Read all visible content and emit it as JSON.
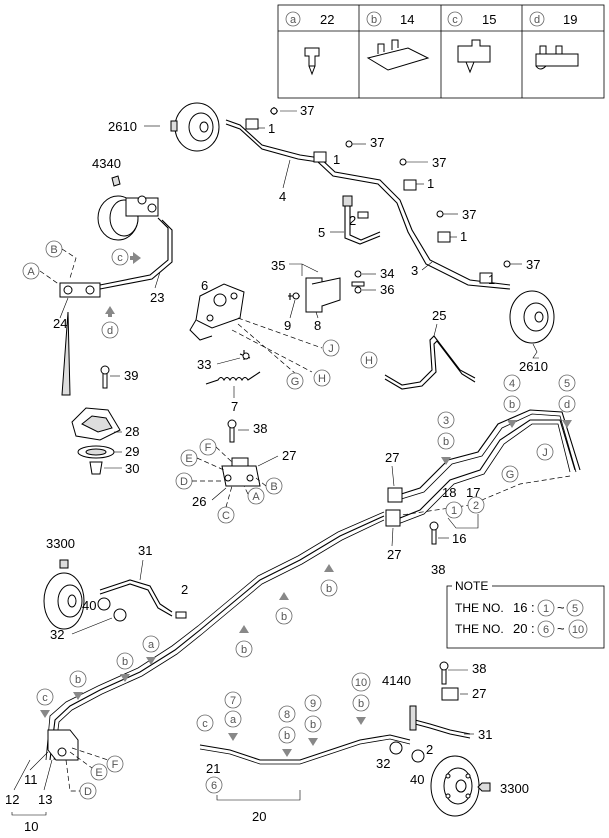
{
  "legend": {
    "items": [
      {
        "letter": "a",
        "number": "22"
      },
      {
        "letter": "b",
        "number": "14"
      },
      {
        "letter": "c",
        "number": "15"
      },
      {
        "letter": "d",
        "number": "19"
      }
    ]
  },
  "labels": {
    "p2610_top": "2610",
    "p37_1": "37",
    "p1_1": "1",
    "p37_2": "37",
    "p1_2": "1",
    "p37_3": "37",
    "p1_3": "1",
    "p37_4": "37",
    "p1_4": "1",
    "p37_5": "37",
    "p1_5": "1",
    "p4340": "4340",
    "p4": "4",
    "p2": "2",
    "p5": "5",
    "p3": "3",
    "p23": "23",
    "p24": "24",
    "p35": "35",
    "p34": "34",
    "p36": "36",
    "p6": "6",
    "p9": "9",
    "p8": "8",
    "p25": "25",
    "p2610_bot": "2610",
    "p33": "33",
    "p39": "39",
    "p7": "7",
    "p28": "28",
    "p29": "29",
    "p30": "30",
    "p38_a": "38",
    "p27_a": "27",
    "p26": "26",
    "p27_b": "27",
    "p18": "18",
    "p17": "17",
    "p16": "16",
    "p27_c": "27",
    "p38_b": "38",
    "p3300_top": "3300",
    "p31_a": "31",
    "p2_b": "2",
    "p40_a": "40",
    "p32_a": "32",
    "p4140": "4140",
    "p38_c": "38",
    "p27_d": "27",
    "p31_b": "31",
    "p21": "21",
    "p32_b": "32",
    "p2_c": "2",
    "p40_b": "40",
    "p3300_bot": "3300",
    "p12": "12",
    "p11": "11",
    "p13": "13",
    "p10": "10",
    "p20": "20"
  },
  "circled": {
    "A1": "A",
    "B1": "B",
    "c_arrow": "c",
    "d_arrow": "d",
    "J1": "J",
    "G1": "G",
    "H1": "H",
    "H2": "H",
    "n4": "4",
    "n5": "5",
    "b_4": "b",
    "d_5": "d",
    "n3": "3",
    "b_3": "b",
    "G2": "G",
    "J2": "J",
    "E1": "E",
    "F1": "F",
    "D1": "D",
    "C1": "C",
    "A2": "A",
    "B2": "B",
    "n1": "1",
    "n2": "2",
    "b_r1": "b",
    "b_r2": "b",
    "b_r3": "b",
    "a_m": "a",
    "b_l1": "b",
    "b_l2": "b",
    "c_l": "c",
    "E2": "E",
    "F2": "F",
    "D2": "D",
    "n7": "7",
    "a_7": "a",
    "c_7": "c",
    "n8": "8",
    "b_8": "b",
    "n9": "9",
    "b_9": "b",
    "n10": "10",
    "b_10": "b",
    "n6": "6",
    "n1_note": "1",
    "n5_note": "5",
    "n6_note": "6",
    "n10_note": "10"
  },
  "note": {
    "title": "NOTE",
    "line1_prefix": "THE NO.",
    "line1_num": "16",
    "line1_sep": ":",
    "line2_prefix": "THE NO.",
    "line2_num": "20",
    "line2_sep": ":"
  }
}
